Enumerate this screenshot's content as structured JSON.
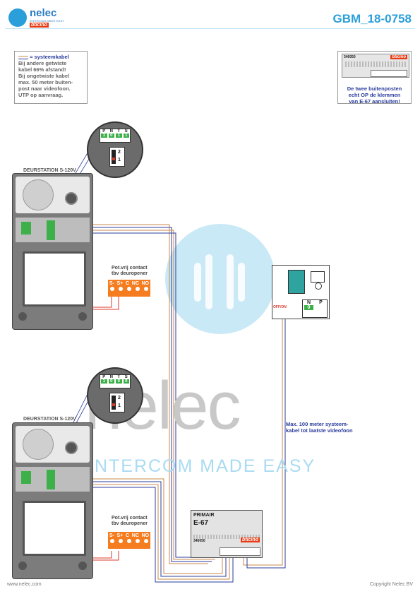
{
  "header": {
    "brand": "nelec",
    "tagline": "INTERCOM MADE EASY",
    "brand_sub": "bticino",
    "doc_id": "GBM_18-0758"
  },
  "legend_note": {
    "title": "= systeemkabel",
    "lines": [
      "Bij andere getwiste",
      "kabel 66% afstand!",
      "Bij ongetwiste kabel",
      "max. 50 meter buiten-",
      "post naar videofoon.",
      "UTP op aanvraag."
    ]
  },
  "top_right": {
    "part_no": "346050",
    "brand": "bticino",
    "note_lines": [
      "De twee buitenposten",
      "echt OP de klemmen",
      "van E-67 aansluiten!"
    ]
  },
  "station1": {
    "title": "DEURSTATION S-120V",
    "dip_headers": [
      "P",
      "N",
      "T",
      "S"
    ],
    "dip_values": [
      "1",
      "0",
      "1",
      "1"
    ],
    "switch_labels": [
      "2",
      "1"
    ]
  },
  "station2": {
    "title": "DEURSTATION S-120V",
    "dip_headers": [
      "P",
      "N",
      "T",
      "S"
    ],
    "dip_values": [
      "1",
      "0",
      "0",
      "0"
    ],
    "switch_labels": [
      "2",
      "1"
    ]
  },
  "contact1": {
    "title_lines": [
      "Pot.vrij contact",
      "tbv deuropener"
    ],
    "terminals": [
      "S-",
      "S+",
      "C",
      "NC",
      "NO"
    ]
  },
  "contact2": {
    "title_lines": [
      "Pot.vrij contact",
      "tbv deuropener"
    ],
    "terminals": [
      "S-",
      "S+",
      "C",
      "NC",
      "NO"
    ]
  },
  "monitor": {
    "dip_headers": [
      "N",
      "P"
    ],
    "dip_values": [
      "0",
      ""
    ],
    "off_on": "OFF/ON"
  },
  "max_note": [
    "Max. 100 meter systeem-",
    "kabel tot laatste videofoon"
  ],
  "psu": {
    "primair": "PRIMAIR",
    "model": "E-67",
    "part_no": "346050",
    "brand": "bticino"
  },
  "watermark": {
    "word": "nelec",
    "sub": "INTERCOM MADE EASY"
  },
  "footer": {
    "left": "www.nelec.com",
    "right": "Copyright Nelec BV"
  },
  "colors": {
    "brand_blue": "#2b7cc4",
    "doc_blue": "#2b9fd9",
    "wire_red": "#d93a2b",
    "wire_blue": "#2b3d9d",
    "wire_orange": "#c98a4a",
    "contact_orange": "#f57c1f",
    "dip_green": "#3db04a"
  }
}
